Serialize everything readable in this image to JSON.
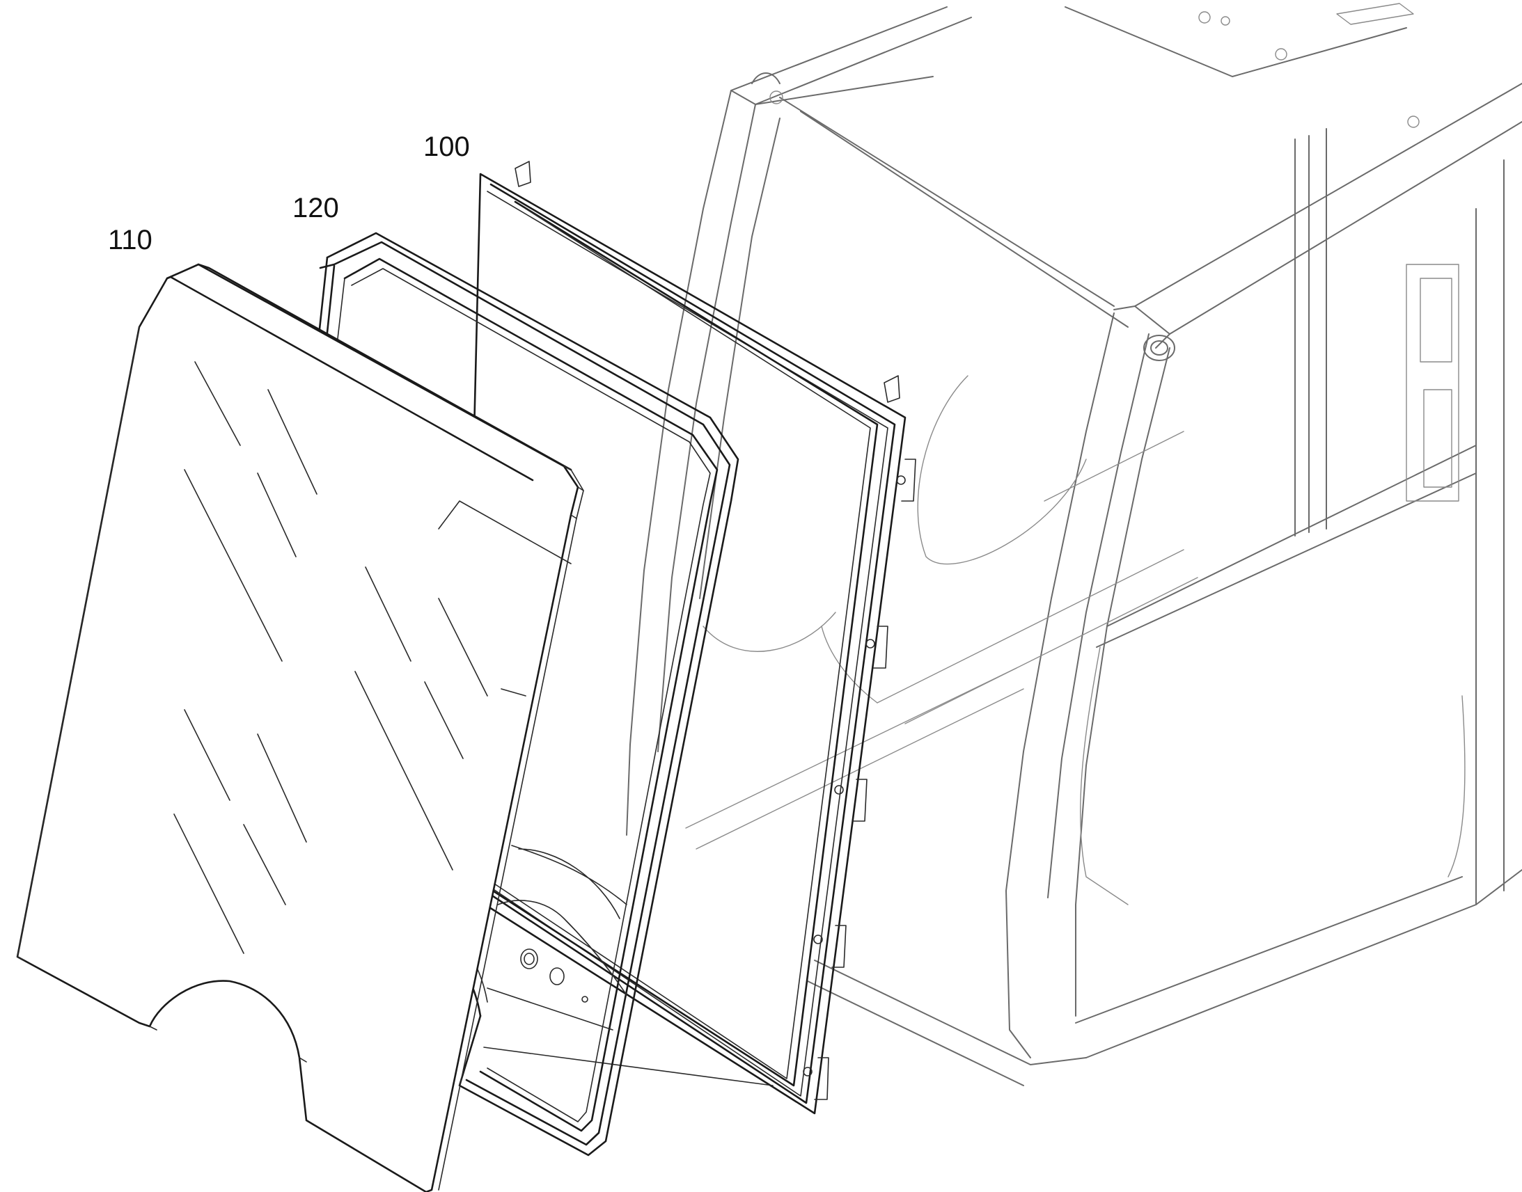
{
  "labels": {
    "frame": "100",
    "pane": "110",
    "gasket": "120"
  }
}
